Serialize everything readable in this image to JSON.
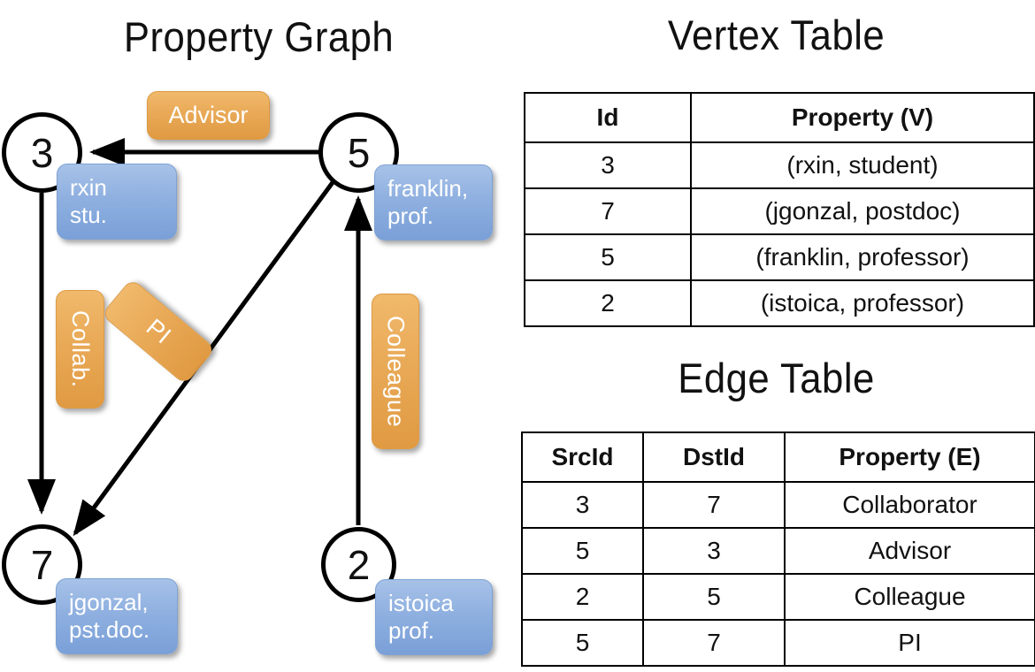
{
  "panels": {
    "graph_title": "Property Graph",
    "vertex_title": "Vertex Table",
    "edge_title": "Edge Table"
  },
  "graph": {
    "nodes": [
      {
        "id": "3",
        "property": "rxin\nstu."
      },
      {
        "id": "5",
        "property": "franklin,\nprof."
      },
      {
        "id": "7",
        "property": "jgonzal,\npst.doc."
      },
      {
        "id": "2",
        "property": "istoica\nprof."
      }
    ],
    "node_labels": {
      "n3": "3",
      "n5": "5",
      "n7": "7",
      "n2": "2"
    },
    "vertex_props": {
      "rxin_line1": "rxin",
      "rxin_line2": "stu.",
      "franklin_line1": "franklin,",
      "franklin_line2": "prof.",
      "jgonzal_line1": "jgonzal,",
      "jgonzal_line2": "pst.doc.",
      "istoica_line1": "istoica",
      "istoica_line2": "prof."
    },
    "edge_labels": {
      "advisor": "Advisor",
      "collab": "Collab.",
      "pi": "PI",
      "colleague": "Colleague"
    }
  },
  "vertex_table": {
    "headers": [
      "Id",
      "Property (V)"
    ],
    "rows": [
      {
        "id": "3",
        "property": "(rxin, student)"
      },
      {
        "id": "7",
        "property": "(jgonzal, postdoc)"
      },
      {
        "id": "5",
        "property": "(franklin, professor)"
      },
      {
        "id": "2",
        "property": "(istoica, professor)"
      }
    ]
  },
  "edge_table": {
    "headers": [
      "SrcId",
      "DstId",
      "Property (E)"
    ],
    "rows": [
      {
        "src": "3",
        "dst": "7",
        "property": "Collaborator"
      },
      {
        "src": "5",
        "dst": "3",
        "property": "Advisor"
      },
      {
        "src": "2",
        "dst": "5",
        "property": "Colleague"
      },
      {
        "src": "5",
        "dst": "7",
        "property": "PI"
      }
    ]
  },
  "colors": {
    "vertex_property_fill": "#d4dff0",
    "edge_property_fill": "#f7ddc0",
    "node_box_blue": "#8fb0e0",
    "edge_box_orange": "#e8a855",
    "stroke": "#000000",
    "background": "#ffffff"
  }
}
